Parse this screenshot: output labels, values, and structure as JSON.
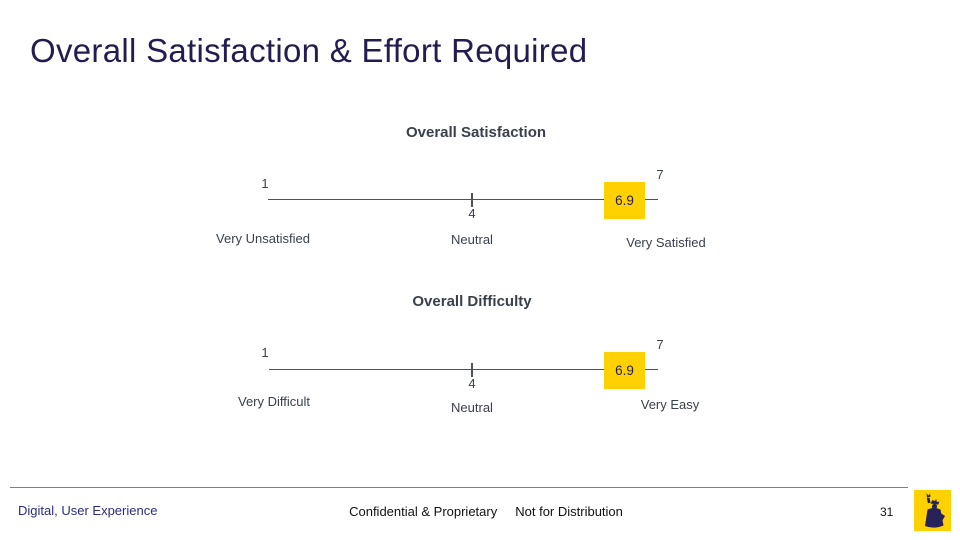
{
  "slide": {
    "title": "Overall Satisfaction & Effort Required",
    "footer": {
      "left": "Digital, User Experience",
      "center_confidential": "Confidential & Proprietary",
      "center_distribution": "Not for Distribution",
      "page_number": "31",
      "logo_icon": "liberty-statue-logo"
    }
  },
  "colors": {
    "title_text": "#221c51",
    "chart_text": "#3a3f4d",
    "scale_line": "#4c5160",
    "accent_yellow": "#ffd100",
    "footer_left_text": "#2d2b7f",
    "footer_rule": "#7f7f7f"
  },
  "chart_data": [
    {
      "type": "scale",
      "title": "Overall Satisfaction",
      "axis_min": 1,
      "axis_mid": 4,
      "axis_max": 7,
      "min_label": "Very Unsatisfied",
      "mid_label": "Neutral",
      "max_label": "Very Satisfied",
      "value": 6.9,
      "value_marker_color": "#ffd100"
    },
    {
      "type": "scale",
      "title": "Overall Difficulty",
      "axis_min": 1,
      "axis_mid": 4,
      "axis_max": 7,
      "min_label": "Very Difficult",
      "mid_label": "Neutral",
      "max_label": "Very Easy",
      "value": 6.9,
      "value_marker_color": "#ffd100"
    }
  ]
}
